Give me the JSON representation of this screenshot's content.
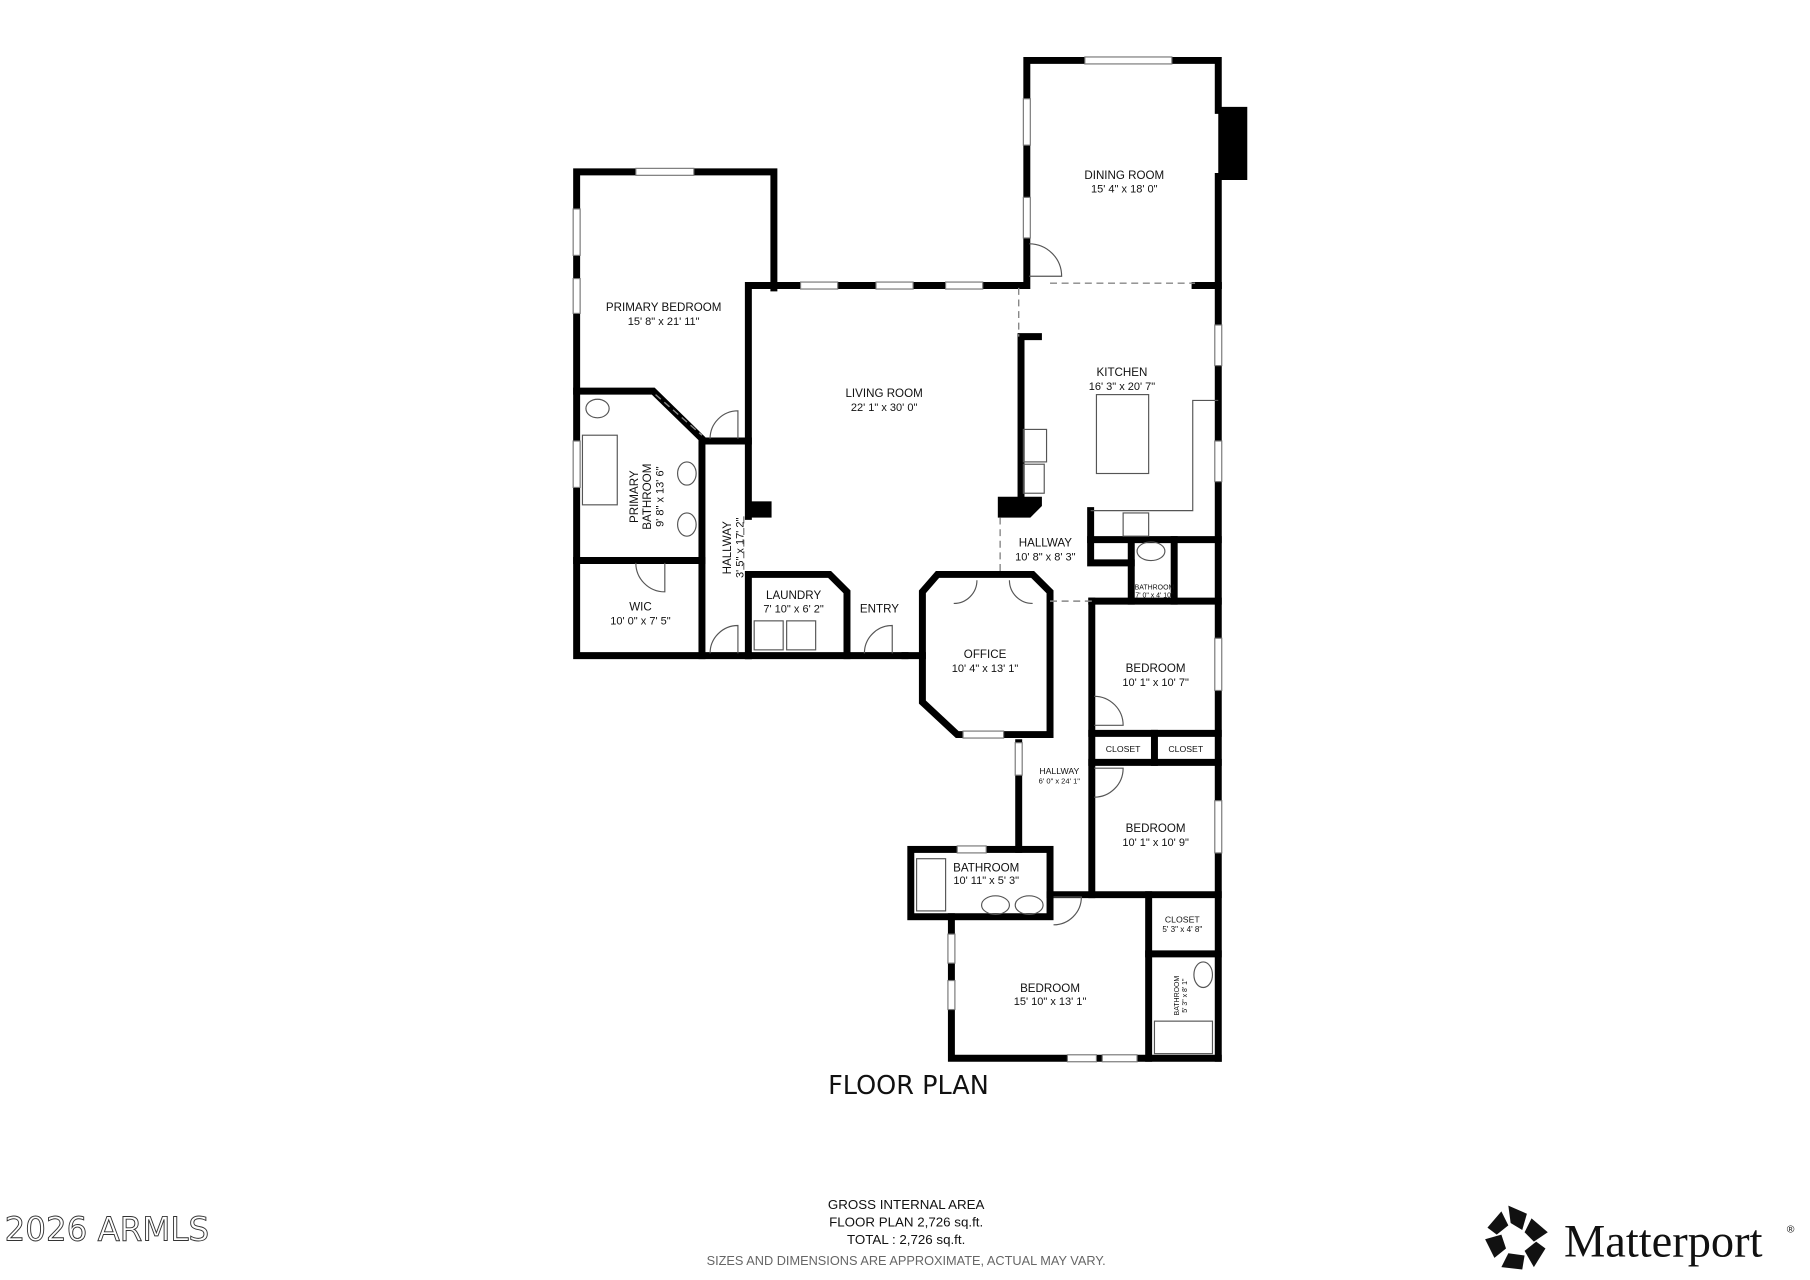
{
  "plan_title": "FLOOR PLAN",
  "rooms": {
    "primary_bedroom": {
      "name": "PRIMARY BEDROOM",
      "dims": "15' 8\" x 21' 11\""
    },
    "primary_bathroom": {
      "name_line1": "PRIMARY",
      "name_line2": "BATHROOM",
      "dims": "9' 8\" x 13' 6\""
    },
    "wic": {
      "name": "WIC",
      "dims": "10' 0\" x 7' 5\""
    },
    "hallway_west": {
      "name": "HALLWAY",
      "dims": "3' 5\" x 17' 2\""
    },
    "laundry": {
      "name": "LAUNDRY",
      "dims": "7' 10\" x 6' 2\""
    },
    "entry": {
      "name": "ENTRY"
    },
    "living_room": {
      "name": "LIVING ROOM",
      "dims": "22' 1\" x 30' 0\""
    },
    "dining_room": {
      "name": "DINING ROOM",
      "dims": "15' 4\" x 18' 0\""
    },
    "kitchen": {
      "name": "KITCHEN",
      "dims": "16' 3\" x 20' 7\""
    },
    "hallway_kitchen": {
      "name": "HALLWAY",
      "dims": "10' 8\" x 8' 3\""
    },
    "half_bath": {
      "name": "BATHROOM",
      "dims": "7' 0\" x 4' 10\""
    },
    "office": {
      "name": "OFFICE",
      "dims": "10' 4\" x 13' 1\""
    },
    "bedroom_2": {
      "name": "BEDROOM",
      "dims": "10' 1\" x 10' 7\""
    },
    "closet_a": {
      "name": "CLOSET"
    },
    "closet_b": {
      "name": "CLOSET"
    },
    "hallway_bedrooms": {
      "name": "HALLWAY",
      "dims": "6' 0\" x 24' 1\""
    },
    "bedroom_3": {
      "name": "BEDROOM",
      "dims": "10' 1\" x 10' 9\""
    },
    "bathroom_hall": {
      "name": "BATHROOM",
      "dims": "10' 11\" x 5' 3\""
    },
    "bedroom_4": {
      "name": "BEDROOM",
      "dims": "15' 10\" x 13' 1\""
    },
    "closet_c": {
      "name": "CLOSET",
      "dims": "5' 3\" x 4' 8\""
    },
    "bathroom_ensuite": {
      "name": "BATHROOM",
      "dims": "5' 3\" x 8' 1\""
    }
  },
  "footer": {
    "line1": "GROSS INTERNAL AREA",
    "line2": "FLOOR PLAN 2,726 sq.ft.",
    "line3": "TOTAL :  2,726 sq.ft.",
    "disclaimer": "SIZES AND DIMENSIONS ARE APPROXIMATE, ACTUAL MAY VARY."
  },
  "watermark": "2026 ARMLS",
  "brand": {
    "name": "Matterport",
    "mark": "®"
  }
}
